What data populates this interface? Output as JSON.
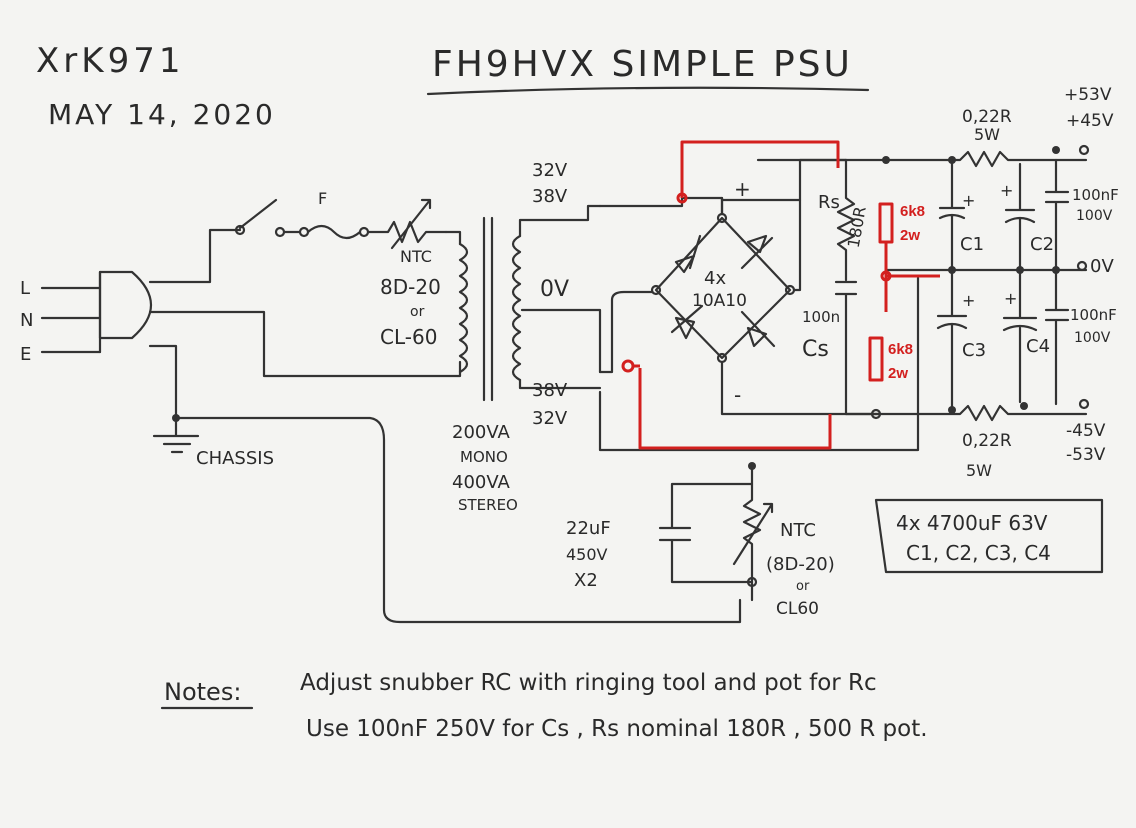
{
  "header": {
    "author": "XrK971",
    "date": "MAY 14, 2020",
    "title": "FH9HVX   SIMPLE PSU"
  },
  "mains": {
    "l": "L",
    "n": "N",
    "e": "E",
    "fuse": "F",
    "chassis": "CHASSIS"
  },
  "ntc_primary": {
    "label": "NTC",
    "part_a": "8D-20",
    "or": "or",
    "part_b": "CL-60"
  },
  "transformer": {
    "sec_top_a": "32V",
    "sec_top_b": "38V",
    "center": "0V",
    "sec_bot_a": "38V",
    "sec_bot_b": "32V",
    "rating_a": "200VA",
    "rating_b": "MONO",
    "rating_c": "400VA",
    "rating_d": "STEREO"
  },
  "bridge": {
    "count": "4x",
    "part": "10A10",
    "plus": "+",
    "minus": "-"
  },
  "snubber": {
    "rs": "Rs",
    "rs_value": "180R",
    "cs_value": "100n",
    "cs": "Cs"
  },
  "added_resistors": {
    "value": "6k8",
    "power": "2w"
  },
  "output": {
    "res_top_value": "0,22R",
    "res_top_power": "5W",
    "res_bot_value": "0,22R",
    "res_bot_power": "5W",
    "c1": "C1",
    "c2": "C2",
    "c3": "C3",
    "c4": "C4",
    "film_top_a": "100nF",
    "film_top_b": "100V",
    "film_bot_a": "100nF",
    "film_bot_b": "100V",
    "v_pos_a": "+53V",
    "v_pos_b": "+45V",
    "v_zero": "0V",
    "v_neg_a": "-45V",
    "v_neg_b": "-53V"
  },
  "caps_box": {
    "line1": "4x  4700uF 63V",
    "line2": "C1, C2, C3, C4"
  },
  "ground_lift": {
    "cap_a": "22uF",
    "cap_b": "450V",
    "cap_c": "X2",
    "ntc": "NTC",
    "part_a": "(8D-20)",
    "or": "or",
    "part_b": "CL60"
  },
  "notes": {
    "heading": "Notes:",
    "line1": "Adjust snubber RC with ringing tool and pot for Rc",
    "line2": "Use  100nF 250V for Cs ,  Rs nominal  180R , 500 R pot."
  },
  "colors": {
    "ink": "#2a2a2a",
    "annotation": "#d3201f",
    "paper": "#f4f4f2"
  }
}
